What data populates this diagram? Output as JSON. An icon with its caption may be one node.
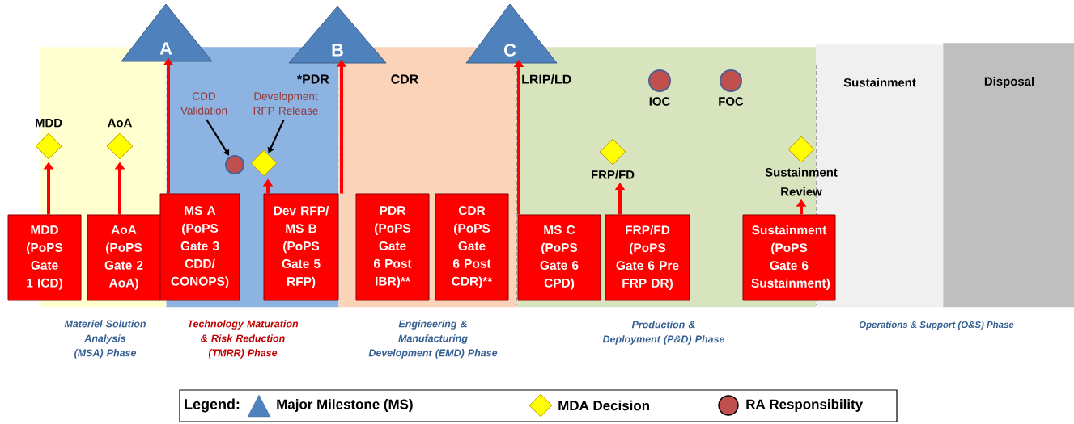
{
  "diagram": {
    "nodes": [
      {
        "text": [
          "Materiel Solution Analysis (MSA) Phase"
        ]
      },
      {
        "text": [
          "Technology Maturation & Risk Reduction (TMRR) Phase"
        ]
      },
      {
        "text": [
          "Engineering & Manufacturing Development (EMD) Phase"
        ]
      },
      {
        "text": [
          "Production & Deployment (P&D) Phase"
        ]
      },
      {
        "text": [
          "Sustainment"
        ]
      },
      {
        "text": [
          "Disposal"
        ]
      },
      {
        "text": [
          "A"
        ]
      },
      {
        "text": [
          "B"
        ]
      },
      {
        "text": [
          "C"
        ]
      },
      {
        "text": [],
        "shape": "diamond",
        "beside": [
          "MDD"
        ],
        "in": 0
      },
      {
        "text": [],
        "shape": "diamond",
        "beside": [
          "AoA"
        ],
        "in": 0
      },
      {
        "text": [
          "MDD (PoPS Gate 1 ICD)"
        ]
      },
      {
        "text": [
          "AoA (PoPS Gate 2 AoA)"
        ],
        "in": 0
      },
      {
        "text": [
          "MS A (PoPS Gate 3 CDD/ CONOPS)"
        ]
      },
      {
        "text": [],
        "shape": "circle",
        "in": 1
      },
      {
        "text": [],
        "shape": "diamond",
        "in": 1
      },
      {
        "text": [
          "CDD Validation"
        ],
        "in": 1
      },
      {
        "text": [
          "Development RFP Release"
        ],
        "in": 1
      },
      {
        "text": [
          "Dev RFP/ MS B (PoPS Gate 5 RFP)"
        ],
        "in": 1
      },
      {
        "text": [
          "PDR (PoPS Gate 6 Post IBR)**"
        ],
        "in": 2
      },
      {
        "text": [
          "CDR (PoPS Gate 6 Post CDR)**"
        ],
        "in": 2
      },
      {
        "text": [
          "MS C (PoPS Gate 6 CPD)"
        ],
        "in": 3
      },
      {
        "text": [
          "FRP/FD (PoPS Gate 6 Pre FRP DR)"
        ],
        "in": 3
      },
      {
        "text": [
          "Sustainment (PoPS Gate 6 Sustainment)"
        ]
      },
      {
        "text": [],
        "shape": "circle",
        "beside": [
          "IOC"
        ],
        "in": 3
      },
      {
        "text": [],
        "shape": "circle",
        "beside": [
          "FOC"
        ],
        "in": 3
      },
      {
        "text": [],
        "shape": "diamond",
        "beside": [
          "FRP/FD"
        ],
        "in": 3
      },
      {
        "text": [],
        "shape": "diamond",
        "beside": [
          "Sustainment Review"
        ],
        "in": 3
      }
    ],
    "edges": [
      {
        "from": 11,
        "to": 9,
        "arrow": "to"
      },
      {
        "from": 12,
        "to": 10,
        "arrow": "to"
      },
      {
        "from": 13,
        "to": 6,
        "arrow": "to"
      },
      {
        "from": 18,
        "to": 15,
        "arrow": "to"
      },
      {
        "from": 18,
        "to": 7,
        "arrow": "to"
      },
      {
        "from": 21,
        "to": 8,
        "arrow": "to"
      },
      {
        "from": 22,
        "to": 26,
        "arrow": "to"
      },
      {
        "from": 23,
        "to": 27,
        "arrow": "to"
      },
      {
        "from": 16,
        "to": 14,
        "arrow": "to",
        "color": "#000000"
      },
      {
        "from": 17,
        "to": 15,
        "arrow": "to",
        "color": "#000000"
      }
    ],
    "labels": [
      "*PDR",
      "CDR",
      "LRIP/LD",
      "Operations & Support (O&S) Phase",
      "Legend:"
    ],
    "legend": [
      {
        "text": "Major Milestone (MS)"
      },
      {
        "text": "MDA Decision"
      },
      {
        "text": "RA Responsibility"
      }
    ]
  }
}
